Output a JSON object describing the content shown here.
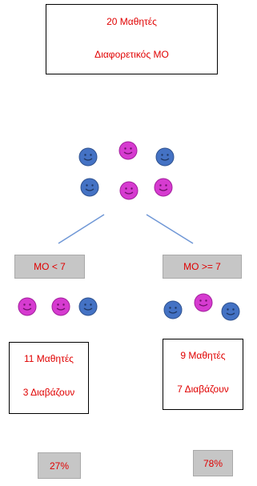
{
  "top_box": {
    "line1": "20 Μαθητές",
    "line2": "Διαφορετικός ΜΟ"
  },
  "left": {
    "condition": "ΜΟ < 7",
    "box_line1": "11 Μαθητές",
    "box_line2": "3 Διαβάζουν",
    "percent": "27%"
  },
  "right": {
    "condition": "ΜΟ >= 7",
    "box_line1": "9 Μαθητές",
    "box_line2": "7 Διαβάζουν",
    "percent": "78%"
  },
  "colors": {
    "text": "#e00000",
    "blue_face": "#4472c4",
    "pink_face": "#d63bd0",
    "connector": "#6f97d6",
    "grey_box": "#c6c6c6"
  }
}
